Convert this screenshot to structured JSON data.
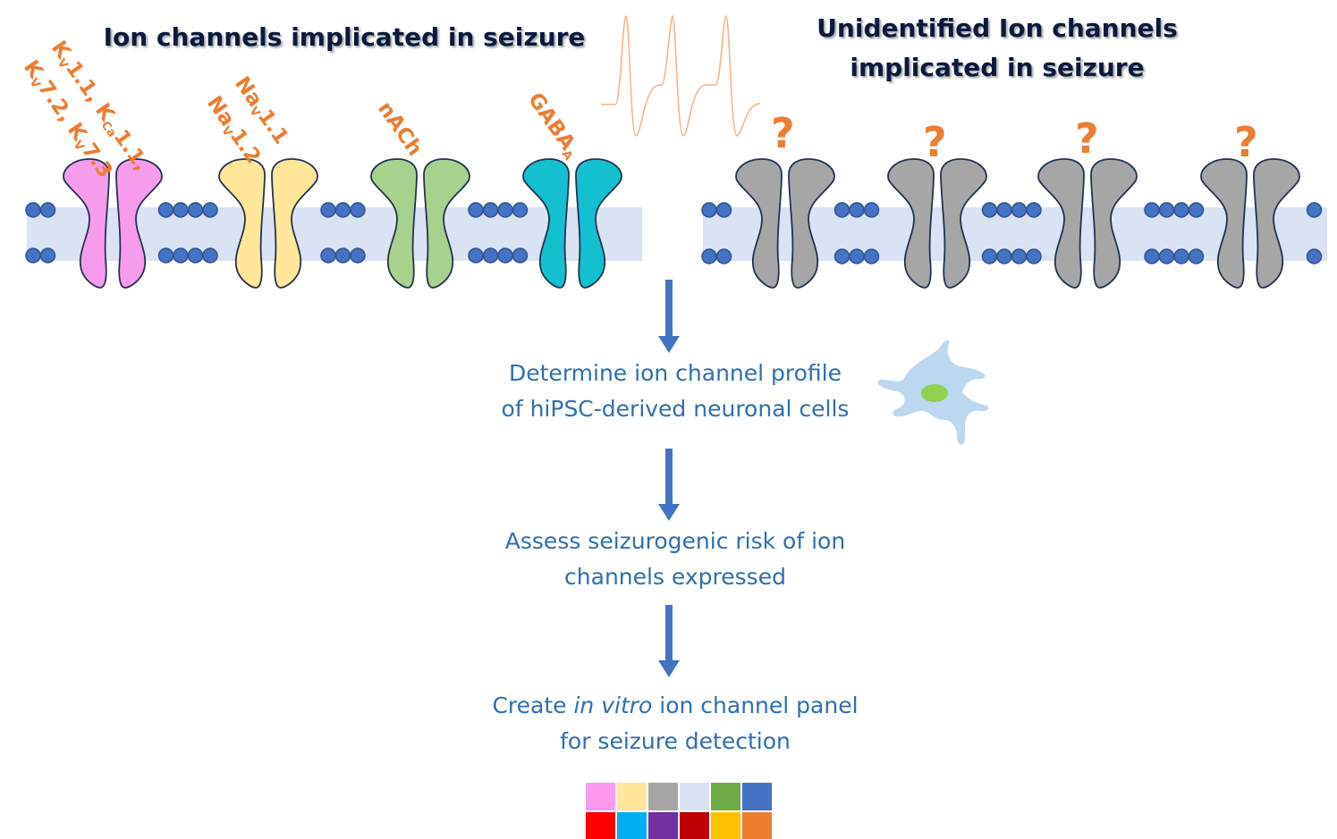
{
  "headings": {
    "left": "Ion channels implicated in seizure",
    "right_line1": "Unidentified Ion channels",
    "right_line2": "implicated in seizure"
  },
  "known_channels": [
    {
      "id": "kv",
      "color": "#f79ceb",
      "label_line1": [
        {
          "t": "K"
        },
        {
          "s": "V"
        },
        {
          "t": "1.1, K"
        },
        {
          "s": "Ca"
        },
        {
          "t": "1.1,"
        }
      ],
      "label_line2": [
        {
          "t": "K"
        },
        {
          "s": "V"
        },
        {
          "t": "7.2, K"
        },
        {
          "s": "V"
        },
        {
          "t": "7.3"
        }
      ]
    },
    {
      "id": "nav",
      "color": "#ffe699",
      "label_line1": [
        {
          "t": "Na"
        },
        {
          "s": "V"
        },
        {
          "t": "1.1"
        }
      ],
      "label_line2": [
        {
          "t": "Na"
        },
        {
          "s": "V"
        },
        {
          "t": "1.2"
        }
      ]
    },
    {
      "id": "nach",
      "color": "#a9d18e",
      "label_line1": [
        {
          "t": "nACh"
        }
      ],
      "label_line2": []
    },
    {
      "id": "gaba",
      "color": "#12c0d0",
      "label_line1": [
        {
          "t": "GABA"
        },
        {
          "s": "A"
        }
      ],
      "label_line2": []
    }
  ],
  "unknown_channels": {
    "color": "#a6a6a6",
    "question_mark": "?",
    "count": 4
  },
  "steps": [
    {
      "line1": "Determine ion channel profile",
      "line2": "of hiPSC-derived neuronal cells"
    },
    {
      "line1": "Assess seizurogenic risk of ion",
      "line2": "channels expressed"
    },
    {
      "line1_pre": "Create ",
      "line1_em": "in vitro",
      "line1_post": " ion channel panel",
      "line2": "for seizure detection"
    }
  ],
  "colors": {
    "membrane_band": "#dae3f3",
    "lipid_head": "#4472c4",
    "lipid_edge": "#2f528f",
    "arrow": "#4472c4",
    "step_text": "#2e6fb0",
    "label_orange": "#ed7d31",
    "trace": "#f4b183",
    "neuron_body": "#bdd7ee",
    "neuron_nucleus": "#92d050"
  },
  "panel_swatches": [
    "#ff99ee",
    "#ffe699",
    "#a6a6a6",
    "#dae3f3",
    "#70ad47",
    "#4472c4",
    "#ff0000",
    "#00b0f0",
    "#7030a0",
    "#c00000",
    "#ffc000",
    "#ed7d31"
  ]
}
